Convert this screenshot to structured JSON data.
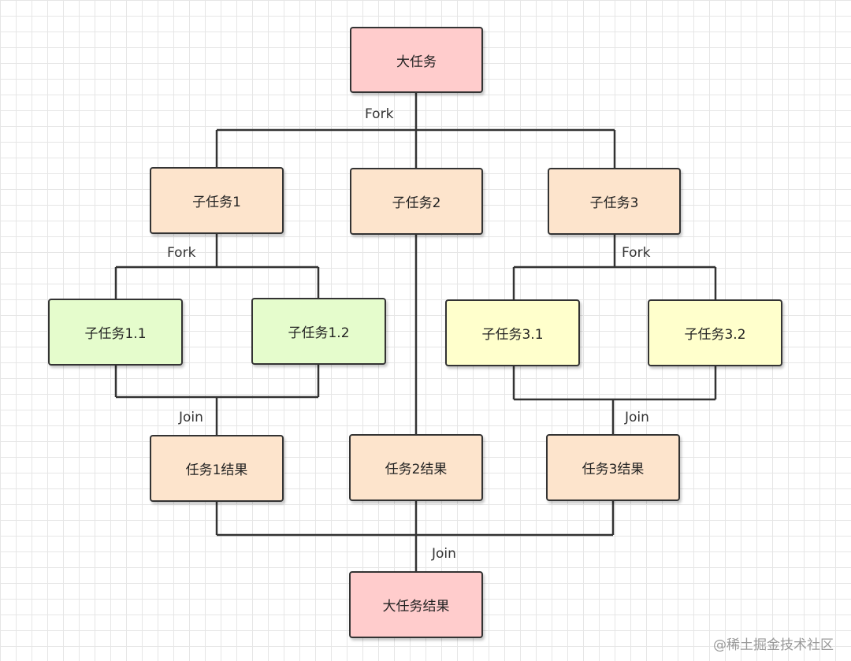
{
  "colors": {
    "root": "#ffcccc",
    "sub": "#fde4cc",
    "leaf_green": "#e5fccc",
    "leaf_yellow": "#ffffcc",
    "line": "#333333"
  },
  "nodes": {
    "big_task": "大任务",
    "sub1": "子任务1",
    "sub2": "子任务2",
    "sub3": "子任务3",
    "sub1_1": "子任务1.1",
    "sub1_2": "子任务1.2",
    "sub3_1": "子任务3.1",
    "sub3_2": "子任务3.2",
    "result1": "任务1结果",
    "result2": "任务2结果",
    "result3": "任务3结果",
    "big_result": "大任务结果"
  },
  "labels": {
    "fork_top": "Fork",
    "fork_left": "Fork",
    "fork_right": "Fork",
    "join_left": "Join",
    "join_right": "Join",
    "join_bottom": "Join"
  },
  "watermark": "@稀土掘金技术社区"
}
